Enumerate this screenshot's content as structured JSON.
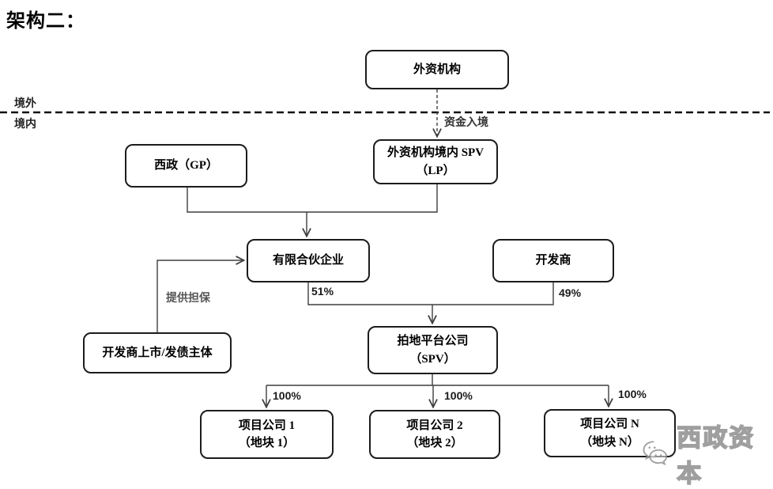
{
  "title": "架构二：",
  "boundary": {
    "offshore_label": "境外",
    "onshore_label": "境内"
  },
  "nodes": {
    "foreign_institution": {
      "label": "外资机构"
    },
    "gp": {
      "label": "西政（GP）"
    },
    "lp": {
      "line1": "外资机构境内 SPV",
      "line2": "（LP）"
    },
    "partnership": {
      "label": "有限合伙企业"
    },
    "developer": {
      "label": "开发商"
    },
    "platform": {
      "line1": "拍地平台公司",
      "line2": "（SPV）"
    },
    "guarantor": {
      "label": "开发商上市/发债主体"
    },
    "project1": {
      "line1": "项目公司 1",
      "line2": "（地块 1）"
    },
    "project2": {
      "line1": "项目公司 2",
      "line2": "（地块 2）"
    },
    "projectN": {
      "line1": "项目公司 N",
      "line2": "（地块 N）"
    }
  },
  "edges": {
    "capital_inflow": "资金入境",
    "guarantee": "提供担保",
    "pct_partnership": "51%",
    "pct_developer": "49%",
    "pct_project1": "100%",
    "pct_project2": "100%",
    "pct_projectN": "100%"
  },
  "watermark": {
    "text": "西政资本",
    "icon": "wechat-logo"
  },
  "colors": {
    "box_border": "#1c1c1c",
    "connector": "#3f3f3f",
    "boundary_line": "#111111",
    "text": "#000000",
    "watermark": "#8f8f8f"
  }
}
